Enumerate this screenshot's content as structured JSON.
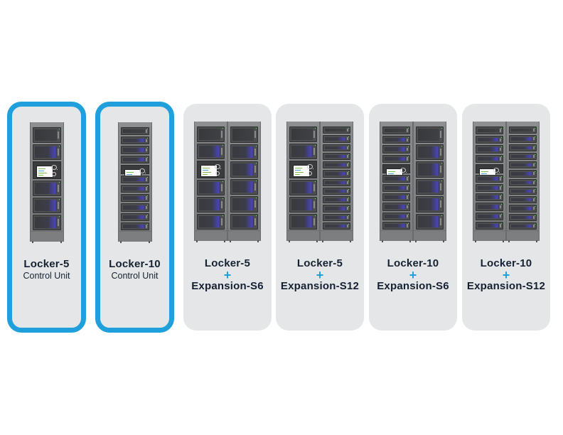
{
  "accent_color": "#1fa0dc",
  "card_background": "#e4e6e7",
  "text_color": "#152132",
  "options": [
    {
      "id": "locker5-control",
      "selected": true,
      "model": "Locker-5",
      "subtitle": "Control Unit",
      "units": [
        {
          "type": "Locker-5",
          "slots": 5,
          "has_control_panel": true
        }
      ]
    },
    {
      "id": "locker10-control",
      "selected": true,
      "model": "Locker-10",
      "subtitle": "Control Unit",
      "units": [
        {
          "type": "Locker-10",
          "slots": 10,
          "has_control_panel": true
        }
      ]
    },
    {
      "id": "locker5-s6",
      "selected": false,
      "model": "Locker-5",
      "plus": "+",
      "expansion": "Expansion-S6",
      "units": [
        {
          "type": "Locker-5",
          "slots": 5,
          "has_control_panel": true
        },
        {
          "type": "Expansion-S6",
          "slots": 6,
          "has_control_panel": false
        }
      ]
    },
    {
      "id": "locker5-s12",
      "selected": false,
      "model": "Locker-5",
      "plus": "+",
      "expansion": "Expansion-S12",
      "units": [
        {
          "type": "Locker-5",
          "slots": 5,
          "has_control_panel": true
        },
        {
          "type": "Expansion-S12",
          "slots": 12,
          "has_control_panel": false
        }
      ]
    },
    {
      "id": "locker10-s6",
      "selected": false,
      "model": "Locker-10",
      "plus": "+",
      "expansion": "Expansion-S6",
      "units": [
        {
          "type": "Locker-10",
          "slots": 10,
          "has_control_panel": true
        },
        {
          "type": "Expansion-S6",
          "slots": 6,
          "has_control_panel": false
        }
      ]
    },
    {
      "id": "locker10-s12",
      "selected": false,
      "model": "Locker-10",
      "plus": "+",
      "expansion": "Expansion-S12",
      "units": [
        {
          "type": "Locker-10",
          "slots": 10,
          "has_control_panel": true
        },
        {
          "type": "Expansion-S12",
          "slots": 12,
          "has_control_panel": false
        }
      ]
    }
  ]
}
